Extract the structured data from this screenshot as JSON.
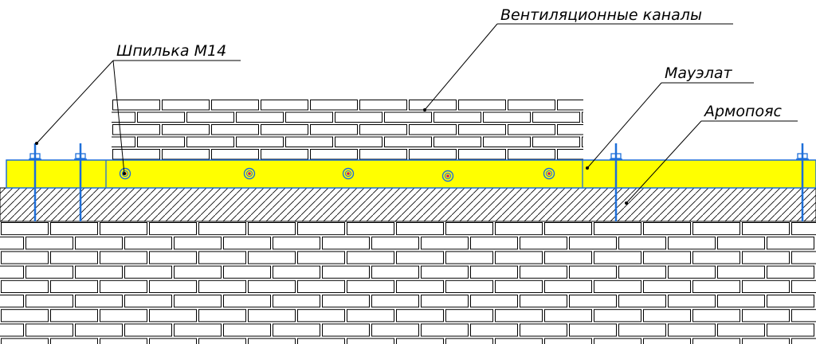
{
  "labels": {
    "ventilation": "Вентиляционные каналы",
    "stud": "Шпилька М14",
    "mauerlat": "Мауэлат",
    "armopoyas": "Армопояс"
  },
  "colors": {
    "mauerlat_fill": "#ffff00",
    "outline_blue": "#1e6fd9",
    "brick_line": "#000000",
    "hatch_line": "#000000",
    "background": "#ffffff",
    "bolt_center": "#d4145a"
  }
}
